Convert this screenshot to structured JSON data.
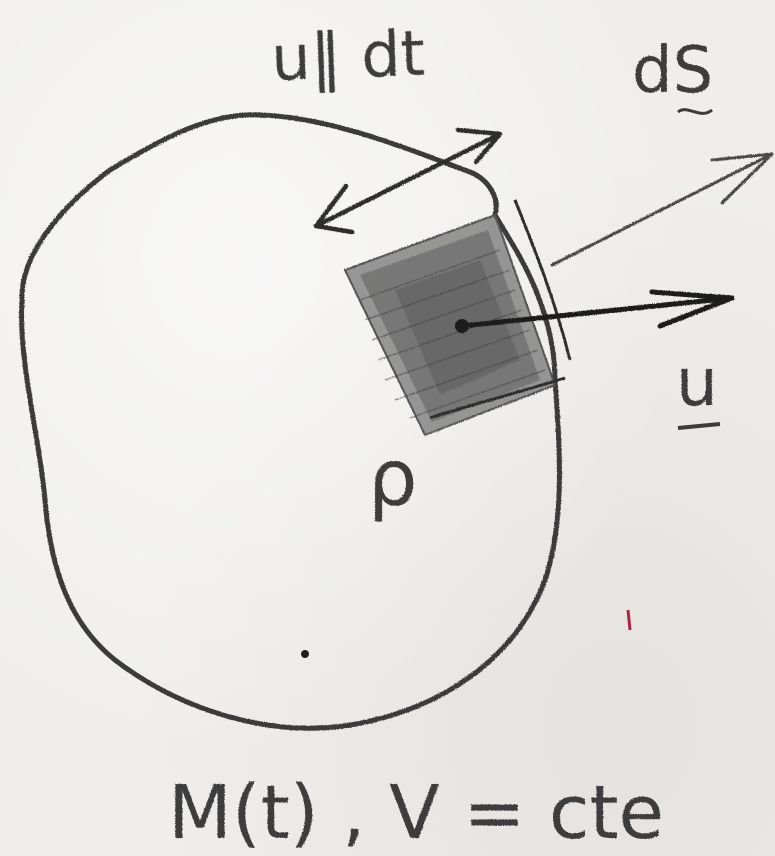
{
  "labels": {
    "parallel_displacement": "u‖ dt",
    "surface_element": "dS",
    "velocity": "u",
    "density": "ρ",
    "caption": "M(t) , V = cte"
  },
  "colors": {
    "paper": "#efeeec",
    "pencil": "#3a3a3a",
    "shading": "#6e6e6e"
  },
  "icons": {
    "closed_volume": "closed-curve",
    "element": "shaded-square",
    "arrows": [
      "double-arrow",
      "normal-arrow",
      "velocity-arrow"
    ]
  }
}
